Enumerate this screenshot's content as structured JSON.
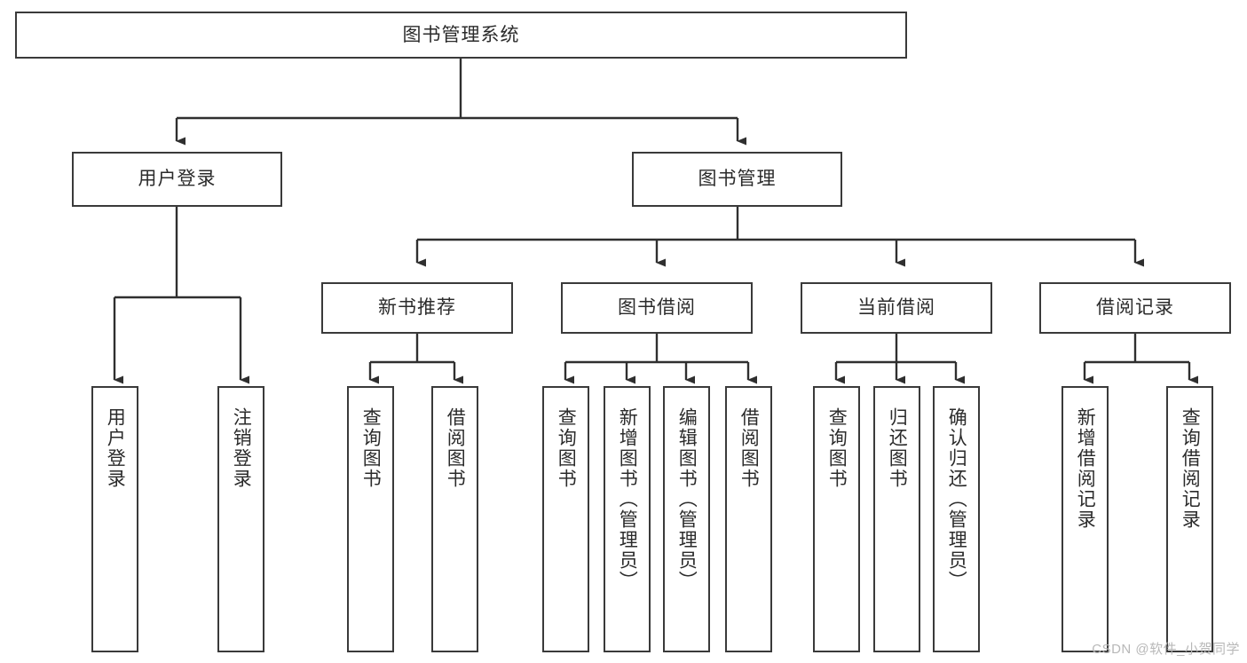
{
  "diagram": {
    "type": "tree",
    "title": "图书管理系统",
    "orientation": "top-down",
    "colors": {
      "box_border": "#3a3a3a",
      "box_fill": "#ffffff",
      "edge": "#2f2f2f",
      "text": "#2b2b2b",
      "watermark": "#b8b8b8"
    },
    "root": {
      "label": "图书管理系统"
    },
    "level2": [
      {
        "label": "用户登录"
      },
      {
        "label": "图书管理"
      }
    ],
    "level3": [
      {
        "label": "新书推荐"
      },
      {
        "label": "图书借阅"
      },
      {
        "label": "当前借阅"
      },
      {
        "label": "借阅记录"
      }
    ],
    "leaves": [
      {
        "label": "用户登录",
        "parent": "用户登录"
      },
      {
        "label": "注销登录",
        "parent": "用户登录"
      },
      {
        "label": "查询图书",
        "parent": "新书推荐"
      },
      {
        "label": "借阅图书",
        "parent": "新书推荐"
      },
      {
        "label": "查询图书",
        "parent": "图书借阅"
      },
      {
        "label": "新增图书（管理员）",
        "parent": "图书借阅"
      },
      {
        "label": "编辑图书（管理员）",
        "parent": "图书借阅"
      },
      {
        "label": "借阅图书",
        "parent": "图书借阅"
      },
      {
        "label": "查询图书",
        "parent": "当前借阅"
      },
      {
        "label": "归还图书",
        "parent": "当前借阅"
      },
      {
        "label": "确认归还（管理员）",
        "parent": "当前借阅"
      },
      {
        "label": "新增借阅记录",
        "parent": "借阅记录"
      },
      {
        "label": "查询借阅记录",
        "parent": "借阅记录"
      }
    ]
  },
  "watermark": {
    "text": "CSDN @软件_小贺同学"
  }
}
